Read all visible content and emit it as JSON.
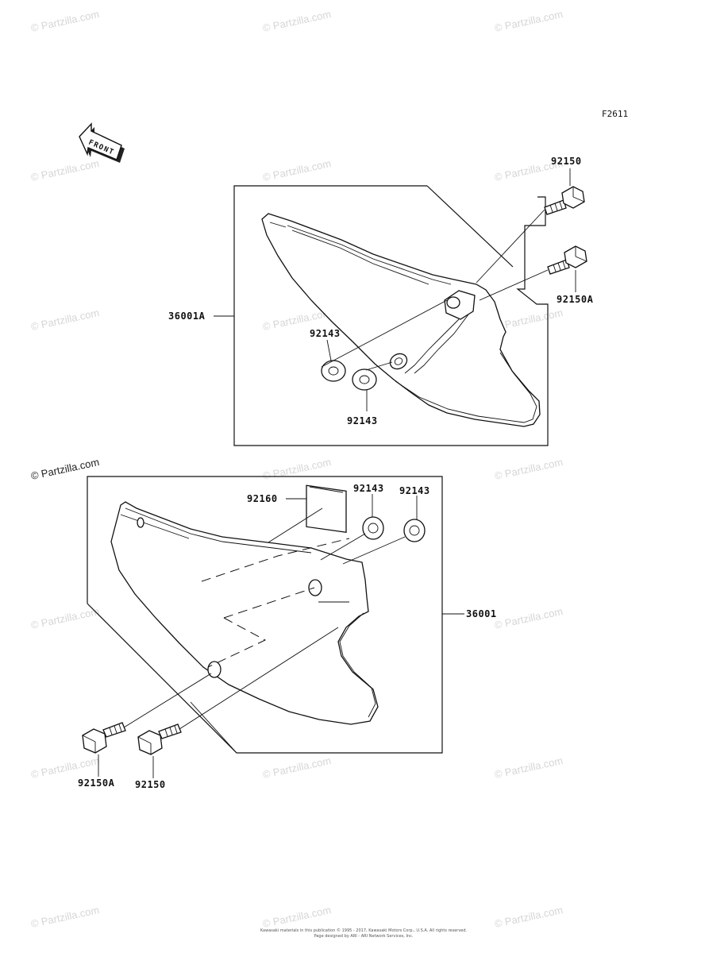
{
  "figure_code": "F2611",
  "front_arrow_label": "FRONT",
  "watermark": "© Partzilla.com",
  "labels": {
    "bolt_upper_top": "92150",
    "bolt_upper_a": "92150A",
    "cover_upper": "36001A",
    "washer_upper_1": "92143",
    "washer_upper_2": "92143",
    "pad": "92160",
    "washer_lower_1": "92143",
    "washer_lower_2": "92143",
    "cover_lower": "36001",
    "bolt_lower_a": "92150A",
    "bolt_lower": "92150"
  },
  "footer": {
    "line1": "Kawasaki materials in this publication © 1995 - 2017, Kawasaki Motors Corp., U.S.A. All rights reserved.",
    "line2": "Page designed by ARI - ARI Network Services, Inc."
  }
}
